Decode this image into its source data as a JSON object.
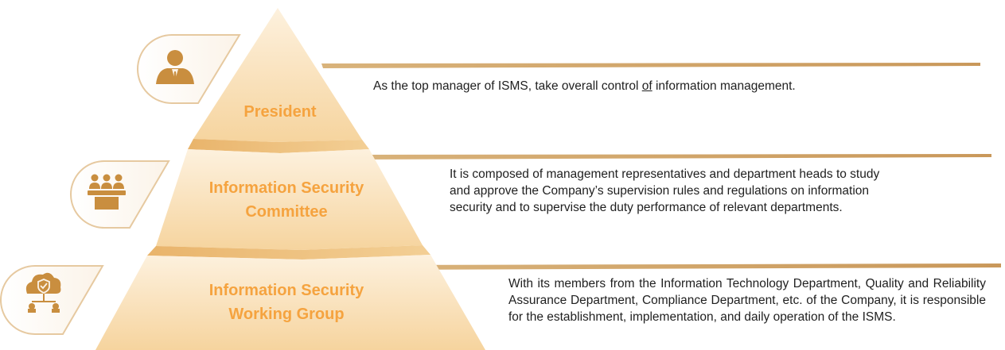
{
  "colors": {
    "label": "#f5a33f",
    "line": "#c79a5c",
    "icon": "#c98e3f",
    "badge_stroke": "#e6c9a0"
  },
  "tiers": [
    {
      "label": "President",
      "icon": "manager-person-icon",
      "description_pre": "As the top manager of ISMS, take overall control ",
      "description_underlined": "of",
      "description_post": " information management."
    },
    {
      "label": "Information Security\nCommittee",
      "icon": "committee-meeting-icon",
      "description": "It is composed of management representatives and department heads to study and approve the Company’s supervision rules and regulations on information security and to supervise the duty performance of relevant departments."
    },
    {
      "label": "Information Security\nWorking Group",
      "icon": "cloud-shield-network-icon",
      "description": "With its members from the Information Technology Department, Quality and Reliability Assurance Department, Compliance Department, etc. of the Company, it is responsible for the establishment, implementation, and daily operation of the ISMS."
    }
  ]
}
